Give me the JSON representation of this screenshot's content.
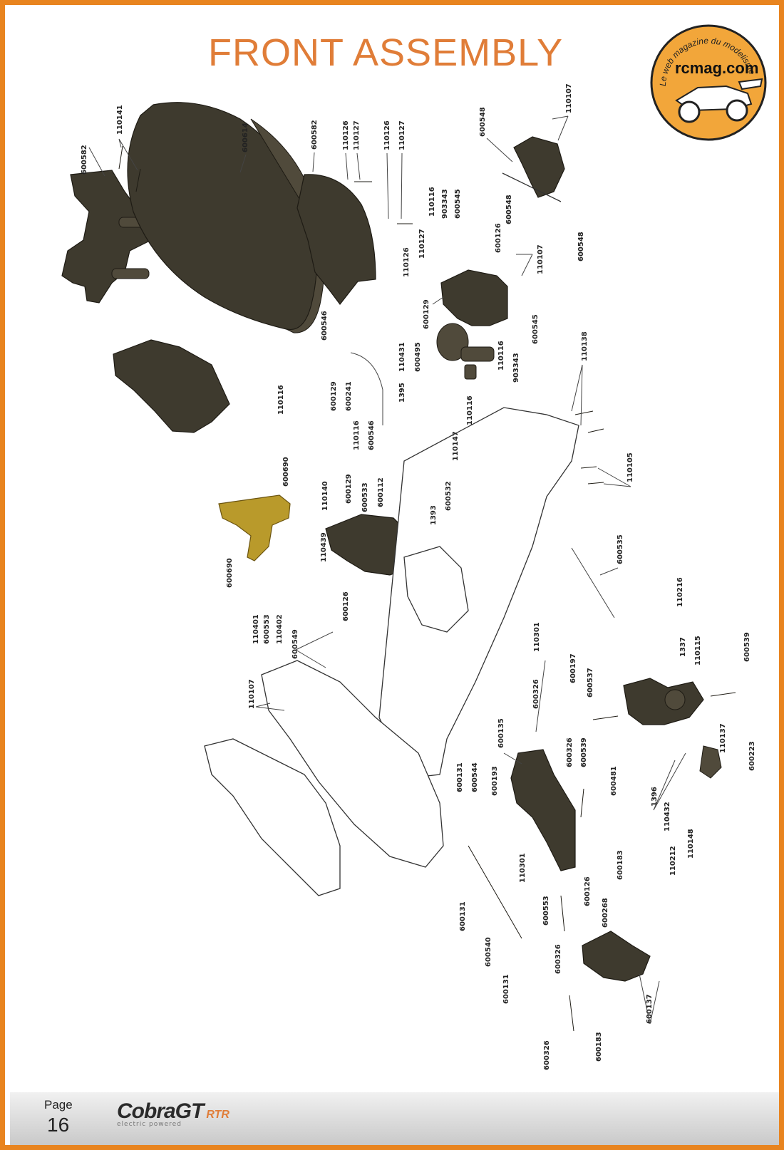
{
  "title": "FRONT ASSEMBLY",
  "logo": {
    "arc_text": "Le web magazine du modelisme",
    "site": "rcmag.com",
    "colors": {
      "disc": "#f2a63a",
      "rim": "#222222"
    }
  },
  "footer": {
    "page_label": "Page",
    "page_number": "16",
    "brand_name": "CobraGT",
    "brand_suffix": "RTR",
    "brand_tagline": "electric powered"
  },
  "colors": {
    "frame": "#e8841f",
    "title": "#e07d38",
    "accent_part": "#b99a2b"
  },
  "parts": [
    {
      "id": "600582"
    },
    {
      "id": "110141"
    },
    {
      "id": "600614"
    },
    {
      "id": "600582"
    },
    {
      "id": "110126"
    },
    {
      "id": "110127"
    },
    {
      "id": "110126"
    },
    {
      "id": "110127"
    },
    {
      "id": "600548"
    },
    {
      "id": "110107"
    },
    {
      "id": "110116"
    },
    {
      "id": "903343"
    },
    {
      "id": "600545"
    },
    {
      "id": "600548"
    },
    {
      "id": "600126"
    },
    {
      "id": "110126"
    },
    {
      "id": "110127"
    },
    {
      "id": "110107"
    },
    {
      "id": "600548"
    },
    {
      "id": "600129"
    },
    {
      "id": "600545"
    },
    {
      "id": "110138"
    },
    {
      "id": "600546"
    },
    {
      "id": "110116"
    },
    {
      "id": "600129"
    },
    {
      "id": "600241"
    },
    {
      "id": "110431"
    },
    {
      "id": "600495"
    },
    {
      "id": "1395"
    },
    {
      "id": "110116"
    },
    {
      "id": "903343"
    },
    {
      "id": "110116"
    },
    {
      "id": "110116"
    },
    {
      "id": "600546"
    },
    {
      "id": "110147"
    },
    {
      "id": "600690"
    },
    {
      "id": "110105"
    },
    {
      "id": "110140"
    },
    {
      "id": "600129"
    },
    {
      "id": "600533"
    },
    {
      "id": "600112"
    },
    {
      "id": "1393"
    },
    {
      "id": "600532"
    },
    {
      "id": "600690"
    },
    {
      "id": "110439"
    },
    {
      "id": "600535"
    },
    {
      "id": "110401"
    },
    {
      "id": "600553"
    },
    {
      "id": "110402"
    },
    {
      "id": "600126"
    },
    {
      "id": "600549"
    },
    {
      "id": "110216"
    },
    {
      "id": "110301"
    },
    {
      "id": "600197"
    },
    {
      "id": "600537"
    },
    {
      "id": "1337"
    },
    {
      "id": "110115"
    },
    {
      "id": "600539"
    },
    {
      "id": "110107"
    },
    {
      "id": "600326"
    },
    {
      "id": "600135"
    },
    {
      "id": "600539"
    },
    {
      "id": "110137"
    },
    {
      "id": "600223"
    },
    {
      "id": "600326"
    },
    {
      "id": "600481"
    },
    {
      "id": "1396"
    },
    {
      "id": "110432"
    },
    {
      "id": "600131"
    },
    {
      "id": "600544"
    },
    {
      "id": "600193"
    },
    {
      "id": "110212"
    },
    {
      "id": "110148"
    },
    {
      "id": "110301"
    },
    {
      "id": "600183"
    },
    {
      "id": "600126"
    },
    {
      "id": "600131"
    },
    {
      "id": "600268"
    },
    {
      "id": "600553"
    },
    {
      "id": "600540"
    },
    {
      "id": "600326"
    },
    {
      "id": "600131"
    },
    {
      "id": "600137"
    },
    {
      "id": "600326"
    },
    {
      "id": "600183"
    }
  ]
}
